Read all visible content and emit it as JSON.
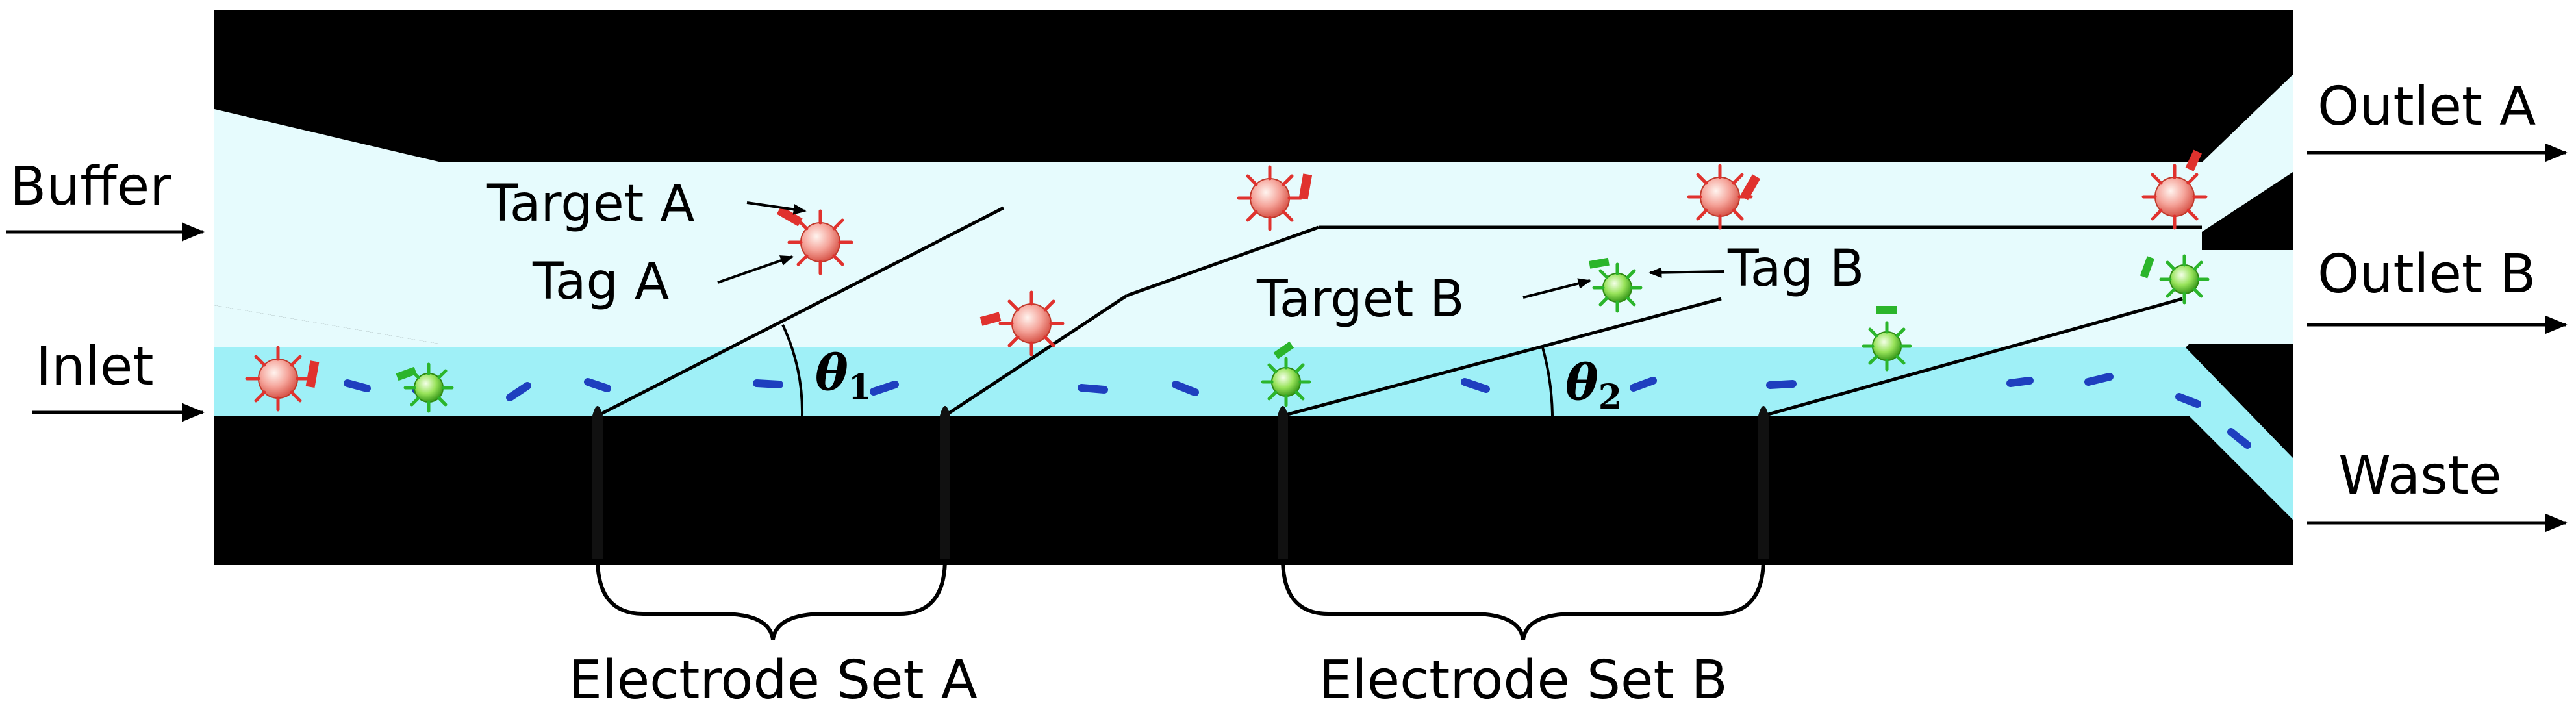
{
  "labels": {
    "buffer": "Buffer",
    "inlet": "Inlet",
    "outlet_a": "Outlet A",
    "outlet_b": "Outlet B",
    "waste": "Waste",
    "target_a": "Target A",
    "tag_a": "Tag A",
    "target_b": "Target B",
    "tag_b": "Tag B",
    "theta1": "θ",
    "theta1_sub": "1",
    "theta2": "θ",
    "theta2_sub": "2",
    "electrode_set_a": "Electrode Set A",
    "electrode_set_b": "Electrode Set B"
  },
  "colors": {
    "substrate": "#000000",
    "buffer_stream": "#e6fbfd",
    "sample_stream": "#9ff0f7",
    "electrode_line": "#000000",
    "target_a_cell": "#e0322e",
    "target_b_cell": "#2bb52b",
    "tag_particle": "#1e3fbf"
  }
}
